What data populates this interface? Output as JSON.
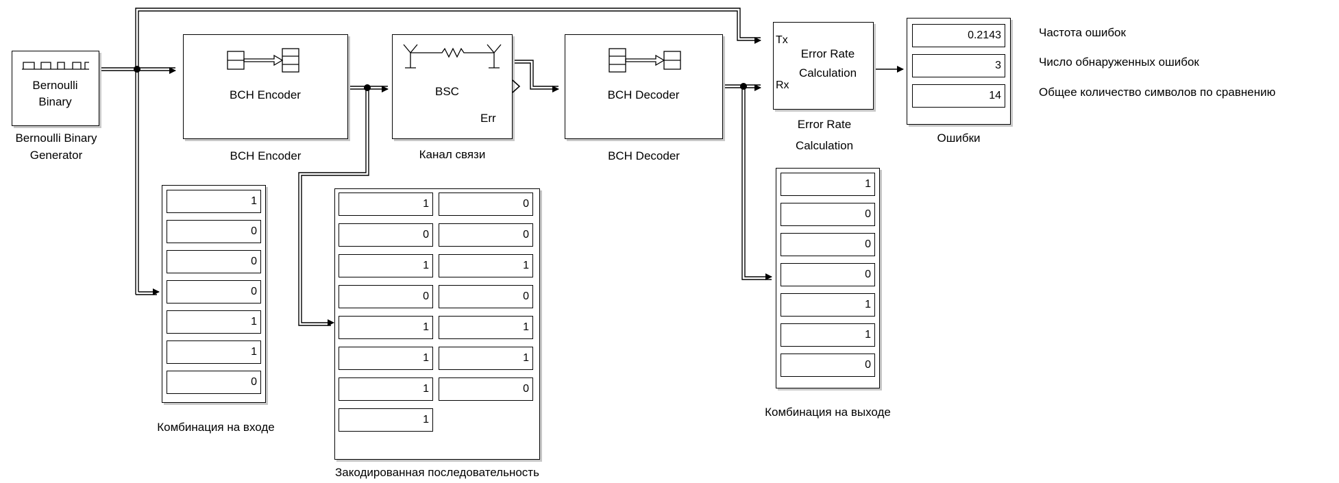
{
  "blocks": {
    "bernoulli": {
      "label_line1": "Bernoulli",
      "label_line2": "Binary",
      "caption_line1": "Bernoulli Binary",
      "caption_line2": "Generator"
    },
    "bch_encoder": {
      "label": "BCH Encoder",
      "caption": "BCH Encoder"
    },
    "bsc": {
      "label": "BSC",
      "err_port": "Err",
      "caption": "Канал связи"
    },
    "bch_decoder": {
      "label": "BCH Decoder",
      "caption": "BCH Decoder"
    },
    "error_rate": {
      "tx_port": "Tx",
      "rx_port": "Rx",
      "label_line1": "Error Rate",
      "label_line2": "Calculation",
      "caption_line1": "Error Rate",
      "caption_line2": "Calculation"
    },
    "errors_display": {
      "caption": "Ошибки",
      "values": [
        "0.2143",
        "3",
        "14"
      ]
    }
  },
  "annotations": {
    "error_rate": "Частота ошибок",
    "errors_detected": "Число обнаруженных ошибок",
    "total_compared": "Общее количество символов по сравнению"
  },
  "input_display": {
    "caption": "Комбинация на входе",
    "values": [
      "1",
      "0",
      "0",
      "0",
      "1",
      "1",
      "0"
    ]
  },
  "encoded_display": {
    "caption": "Закодированная последовательность",
    "col1": [
      "1",
      "0",
      "1",
      "0",
      "1",
      "1",
      "1",
      "1"
    ],
    "col2": [
      "0",
      "0",
      "1",
      "0",
      "1",
      "1",
      "0"
    ]
  },
  "output_display": {
    "caption": "Комбинация на выходе",
    "values": [
      "1",
      "0",
      "0",
      "0",
      "1",
      "1",
      "0"
    ]
  }
}
